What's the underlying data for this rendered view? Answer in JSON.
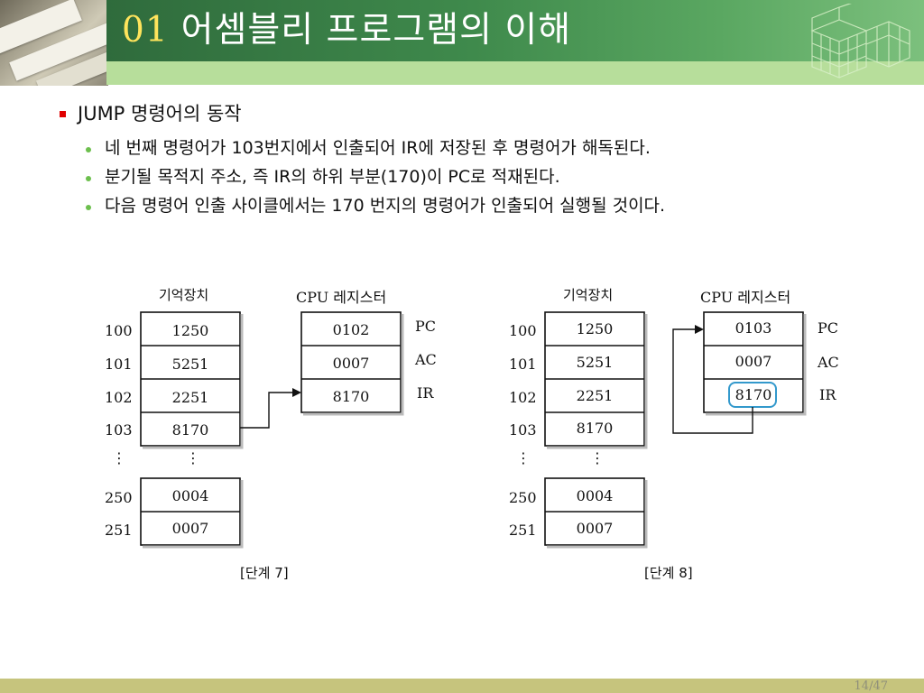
{
  "slide": {
    "title_number": "01",
    "title_text": "어셈블리 프로그램의 이해",
    "heading": "JUMP 명령어의 동작",
    "bullets": [
      "네 번째 명령어가 103번지에서 인출되어 IR에 저장된 후 명령어가 해독된다.",
      "분기될 목적지 주소, 즉 IR의 하위 부분(170)이 PC로 적재된다.",
      "다음 명령어 인출 사이클에서는 170 번지의 명령어가 인출되어 실행될 것이다."
    ],
    "page": "14/47"
  },
  "colors": {
    "title_band": "#3f8a4c",
    "title_subband": "#b7de9b",
    "title_number": "#ffe45c",
    "bullet_square": "#e00000",
    "bullet_dot": "#6cbf4d",
    "highlight": "#3399cc",
    "footer": "#c6c47d"
  },
  "diagram_left": {
    "memory_label": "기억장치",
    "cpu_label": "CPU 레지스터",
    "addresses": [
      "100",
      "101",
      "102",
      "103",
      "⋮",
      "250",
      "251"
    ],
    "memory": [
      "1250",
      "5251",
      "2251",
      "8170",
      "⋮",
      "0004",
      "0007"
    ],
    "registers": [
      {
        "name": "PC",
        "value": "0102"
      },
      {
        "name": "AC",
        "value": "0007"
      },
      {
        "name": "IR",
        "value": "8170"
      }
    ],
    "caption": "[단계 7]"
  },
  "diagram_right": {
    "memory_label": "기억장치",
    "cpu_label": "CPU 레지스터",
    "addresses": [
      "100",
      "101",
      "102",
      "103",
      "⋮",
      "250",
      "251"
    ],
    "memory": [
      "1250",
      "5251",
      "2251",
      "8170",
      "⋮",
      "0004",
      "0007"
    ],
    "registers": [
      {
        "name": "PC",
        "value": "0103"
      },
      {
        "name": "AC",
        "value": "0007"
      },
      {
        "name": "IR",
        "value": "8170"
      }
    ],
    "caption": "[단계 8]"
  }
}
